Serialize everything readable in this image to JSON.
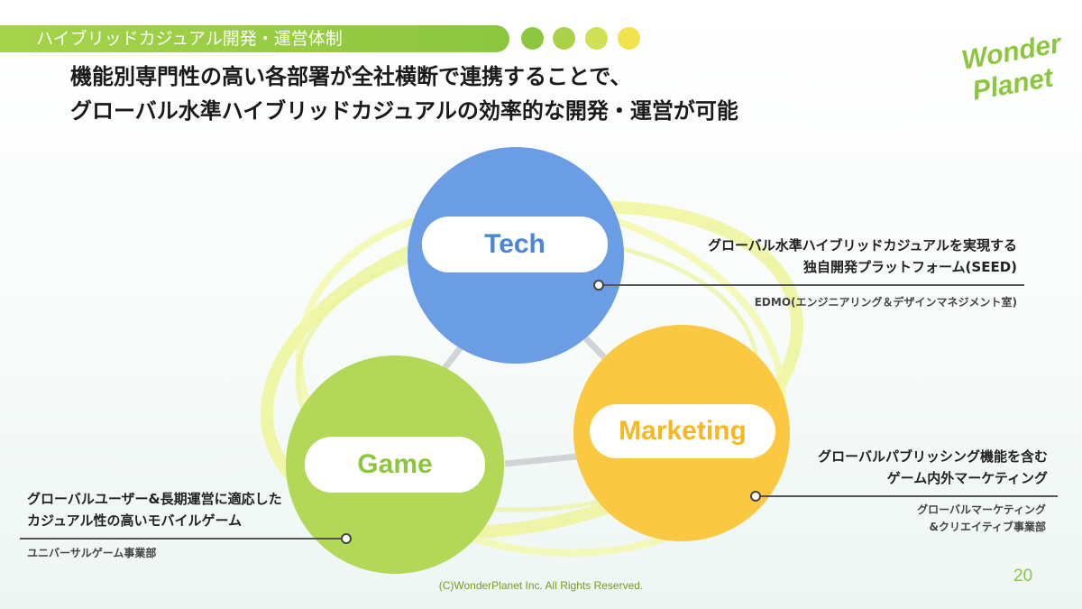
{
  "header": {
    "title": "ハイブリッドカジュアル開発・運営体制",
    "dots": [
      "#8cc63f",
      "#a9d14a",
      "#cfe055",
      "#f2e24f"
    ]
  },
  "logo": {
    "line1": "Wonder",
    "line2": "Planet",
    "color": "#8cc63f"
  },
  "headline": {
    "line1": "機能別専門性の高い各部署が全社横断で連携することで、",
    "line2": "グローバル水準ハイブリッドカジュアルの効率的な開発・運営が可能"
  },
  "diagram": {
    "tech": {
      "label": "Tech",
      "color": "#6a9de3",
      "text_color": "#4a86d9",
      "desc": [
        "グローバル水準ハイブリッドカジュアルを実現する",
        "独自開発プラットフォーム(SEED)"
      ],
      "dept": "EDMO(エンジニアリング＆デザインマネジメント室)"
    },
    "game": {
      "label": "Game",
      "color": "#b3d756",
      "text_color": "#8cc63f",
      "desc": [
        "グローバルユーザー&長期運営に適応した",
        "カジュアル性の高いモバイルゲーム"
      ],
      "dept": "ユニバーサルゲーム事業部"
    },
    "marketing": {
      "label": "Marketing",
      "color": "#fbc842",
      "text_color": "#f5b820",
      "desc": [
        "グローバルパブリッシング機能を含む",
        "ゲーム内外マーケティング"
      ],
      "dept": [
        "グローバルマーケティング",
        "&クリエイティブ事業部"
      ]
    }
  },
  "footer": {
    "copyright": "(C)WonderPlanet Inc.  All Rights Reserved.",
    "page": "20"
  }
}
